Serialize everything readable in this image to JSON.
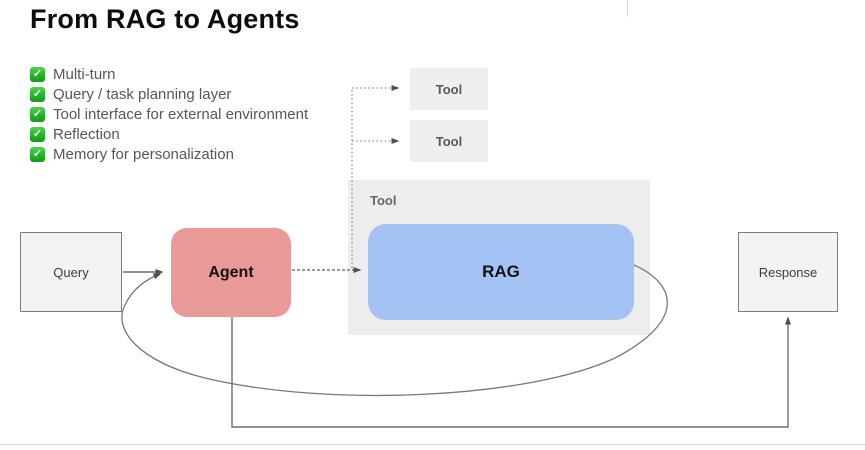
{
  "slide": {
    "title": "From RAG to Agents"
  },
  "checklist": {
    "items": [
      {
        "icon": "check-icon",
        "glyph": "✓",
        "label": "Multi-turn"
      },
      {
        "icon": "check-icon",
        "glyph": "✓",
        "label": "Query / task planning layer"
      },
      {
        "icon": "check-icon",
        "glyph": "✓",
        "label": "Tool interface for external environment"
      },
      {
        "icon": "check-icon",
        "glyph": "✓",
        "label": "Reflection"
      },
      {
        "icon": "check-icon",
        "glyph": "✓",
        "label": "Memory for personalization"
      }
    ]
  },
  "diagram": {
    "nodes": {
      "query": {
        "label": "Query"
      },
      "agent": {
        "label": "Agent"
      },
      "tool_container": {
        "label": "Tool"
      },
      "rag": {
        "label": "RAG"
      },
      "tool_1": {
        "label": "Tool"
      },
      "tool_2": {
        "label": "Tool"
      },
      "response": {
        "label": "Response"
      }
    },
    "connections": [
      {
        "from": "query",
        "to": "agent",
        "style": "solid"
      },
      {
        "from": "agent",
        "to": "rag",
        "style": "dashed"
      },
      {
        "from": "agent",
        "to": "tool_1",
        "style": "dotted"
      },
      {
        "from": "agent",
        "to": "tool_2",
        "style": "dotted"
      },
      {
        "from": "agent",
        "to": "response",
        "style": "solid-elbow"
      },
      {
        "from": "rag",
        "to": "agent",
        "style": "curved-feedback"
      }
    ]
  },
  "colors": {
    "agent_fill": "#ea9999",
    "rag_fill": "#a4c2f4",
    "node_fill": "#f3f3f3",
    "node_border": "#7d7d7d",
    "container_fill": "#ededed",
    "check_green": "#24b32b",
    "line_gray": "#6f6f6f",
    "text_gray": "#575757"
  }
}
